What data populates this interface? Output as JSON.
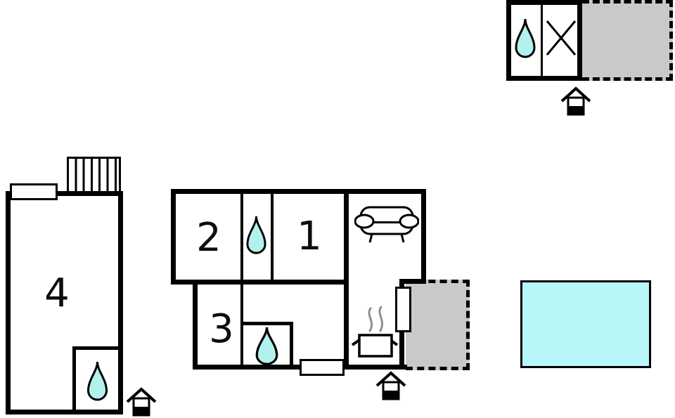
{
  "plan": {
    "rooms": {
      "room1": "1",
      "room2": "2",
      "room3": "3",
      "room4": "4"
    }
  },
  "colors": {
    "wall": "#000000",
    "water": "#b3f1ef",
    "terrace": "#c9c9c9",
    "pool": "#b8f7f7",
    "steam": "#8f8f8f",
    "background": "#ffffff"
  },
  "icons": {
    "water-drop": "teardrop",
    "x-mark": "diagonal-cross",
    "sofa": "sofa-outline",
    "stove-pot": "pot-with-steam",
    "entrance-house": "house-marker",
    "stairs": "hatched-rectangle",
    "window": "white-bar-in-wall",
    "door": "white-bar-in-wall"
  }
}
